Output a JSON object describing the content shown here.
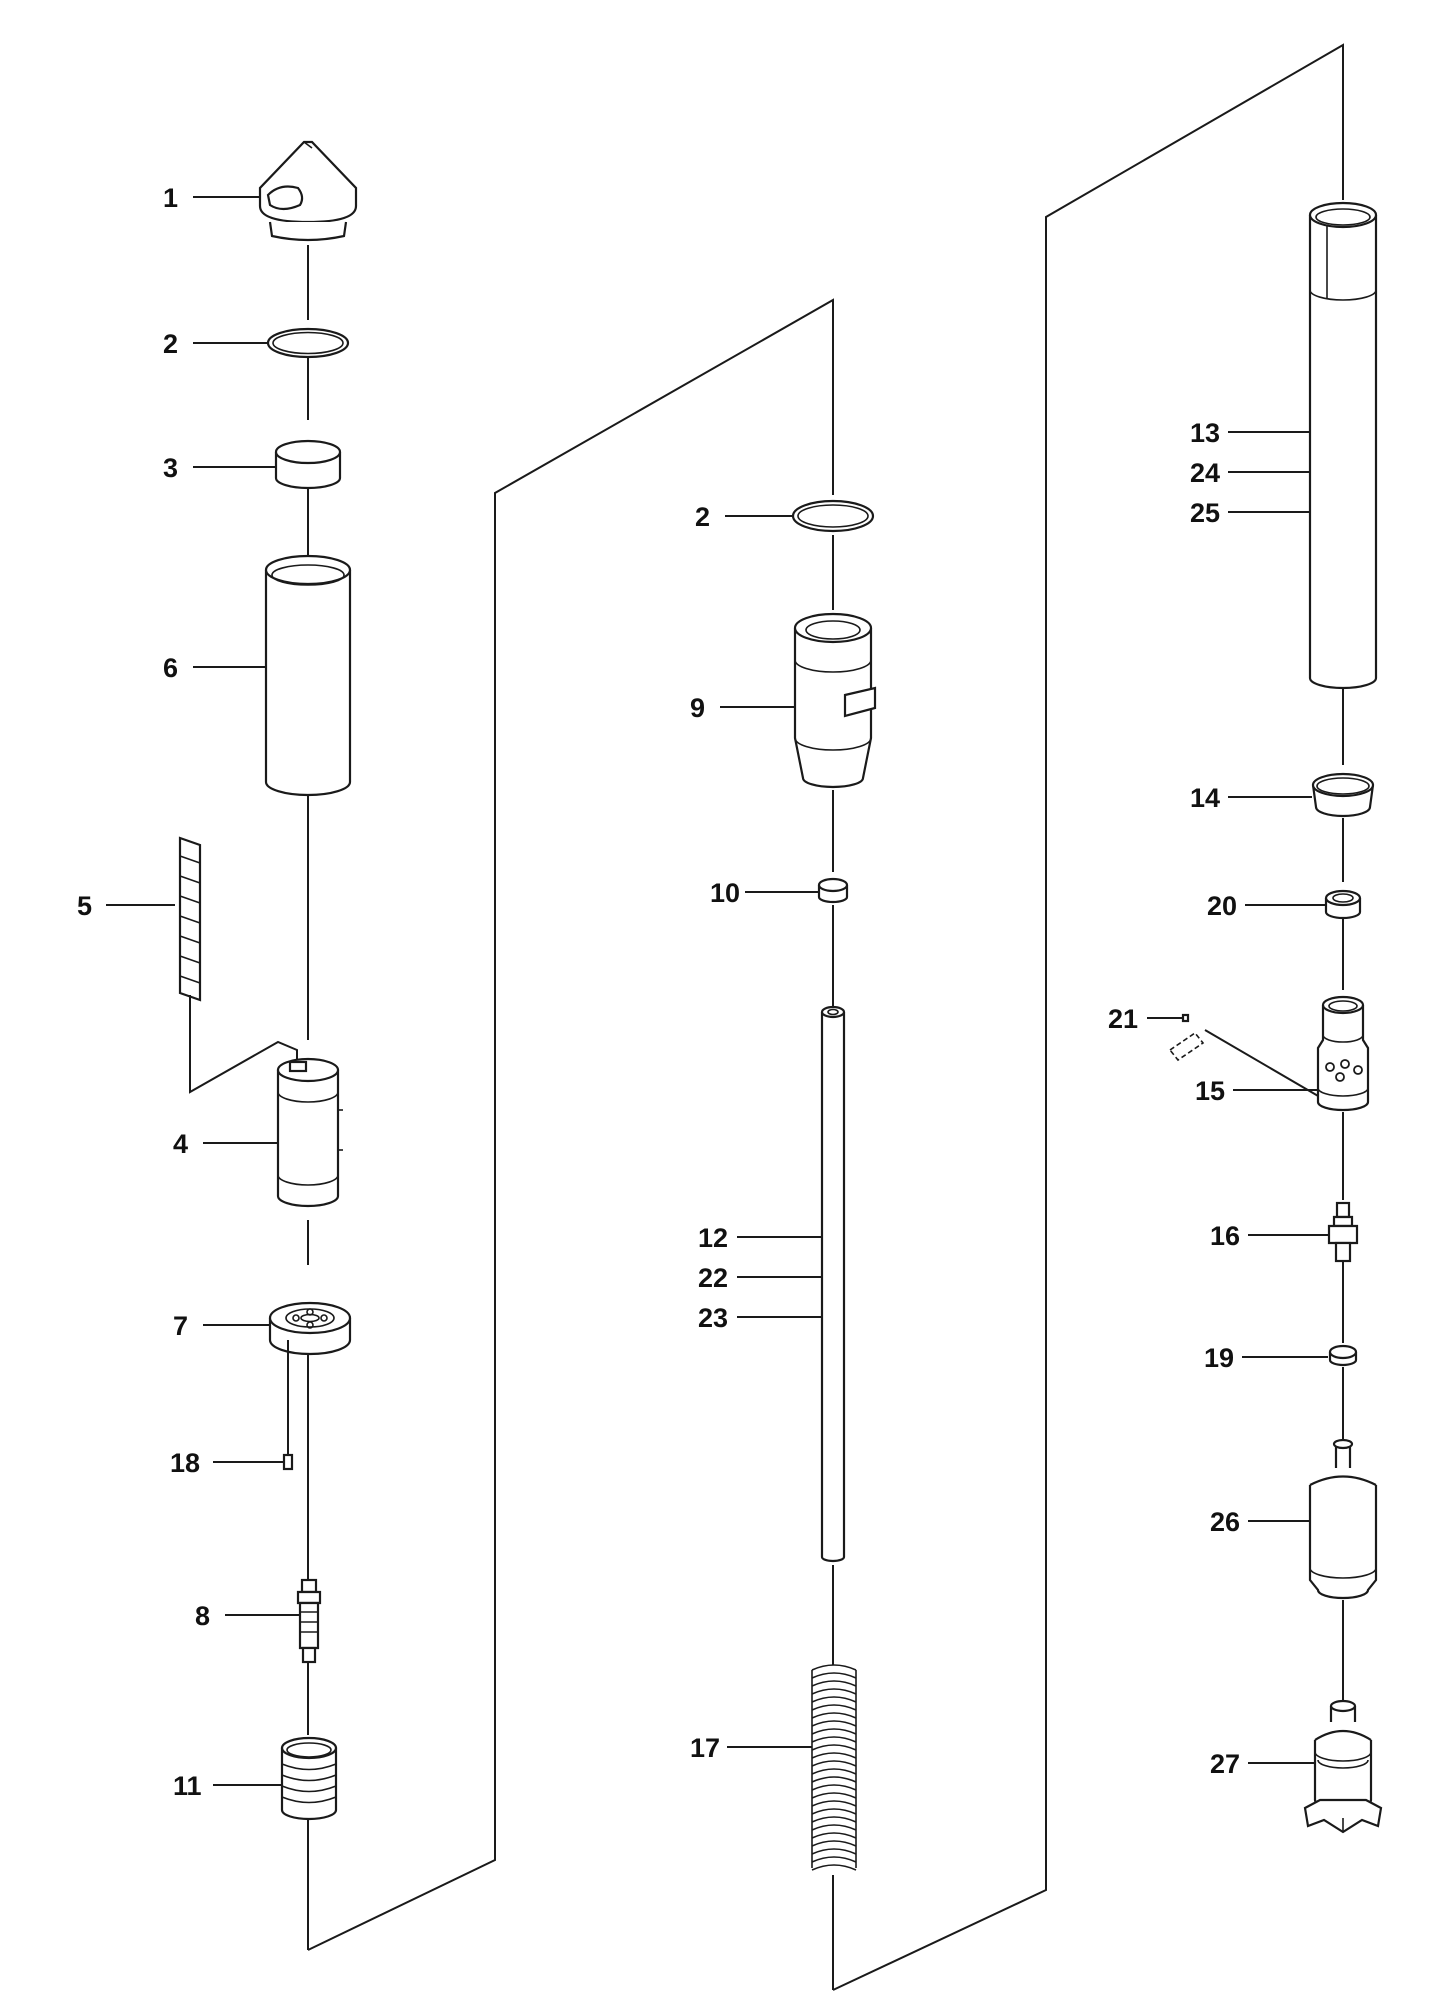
{
  "labels": {
    "l1": "1",
    "l2a": "2",
    "l3": "3",
    "l6": "6",
    "l5": "5",
    "l4": "4",
    "l7": "7",
    "l18": "18",
    "l8": "8",
    "l11": "11",
    "l2b": "2",
    "l9": "9",
    "l10": "10",
    "l12": "12",
    "l22": "22",
    "l23": "23",
    "l17": "17",
    "l13": "13",
    "l24": "24",
    "l25": "25",
    "l14": "14",
    "l20": "20",
    "l21": "21",
    "l15": "15",
    "l16": "16",
    "l19": "19",
    "l26": "26",
    "l27": "27"
  }
}
